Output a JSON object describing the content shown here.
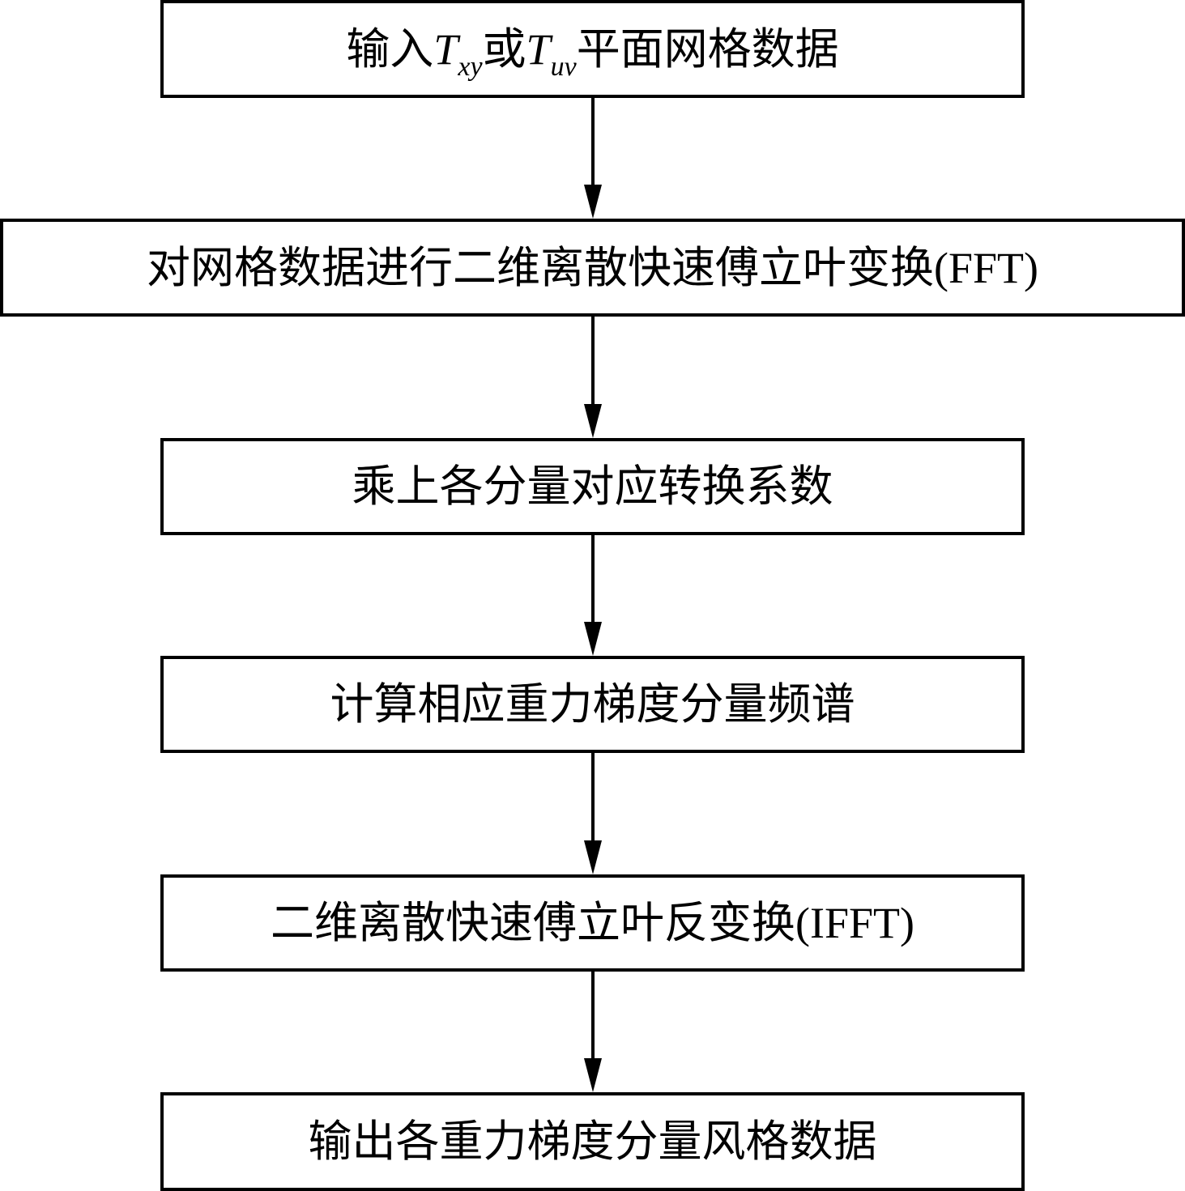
{
  "flowchart": {
    "steps": [
      {
        "prefix": "输入",
        "var1": "T",
        "sub1": "xy",
        "connector": "或",
        "var2": "T",
        "sub2": "uv",
        "suffix": "平面网格数据"
      },
      {
        "text": "对网格数据进行二维离散快速傅立叶变换",
        "abbr": "(FFT)"
      },
      {
        "text": "乘上各分量对应转换系数"
      },
      {
        "text": "计算相应重力梯度分量频谱"
      },
      {
        "text": "二维离散快速傅立叶反变换",
        "abbr": "(IFFT)"
      },
      {
        "text": "输出各重力梯度分量风格数据"
      }
    ]
  },
  "colors": {
    "stroke": "#000000",
    "background": "#ffffff"
  }
}
